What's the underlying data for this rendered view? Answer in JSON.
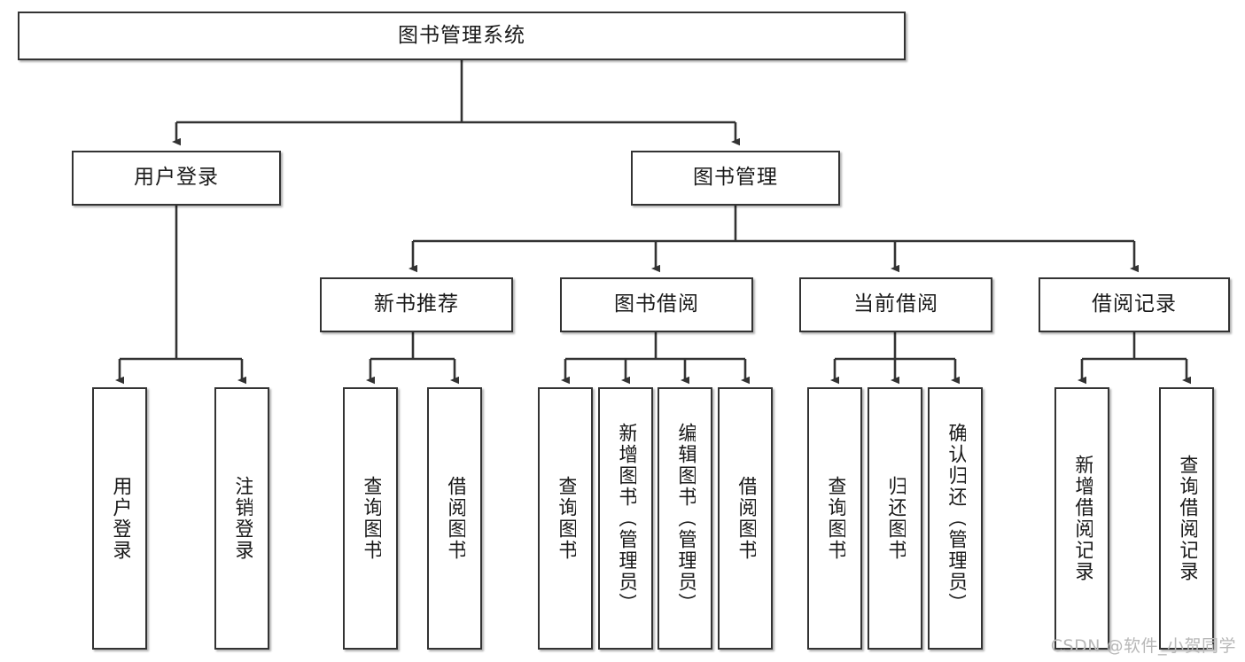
{
  "diagram": {
    "title": "图书管理系统",
    "type": "tree-hierarchy-flowchart",
    "stroke_color": "#333333",
    "fill_color": "#ffffff",
    "nodes": {
      "root": {
        "label": "图书管理系统"
      },
      "level2": [
        {
          "id": "user-login",
          "label": "用户登录"
        },
        {
          "id": "book-management",
          "label": "图书管理"
        }
      ],
      "level3": [
        {
          "id": "new-book-recommend",
          "label": "新书推荐"
        },
        {
          "id": "book-borrow",
          "label": "图书借阅"
        },
        {
          "id": "current-borrow",
          "label": "当前借阅"
        },
        {
          "id": "borrow-record",
          "label": "借阅记录"
        }
      ],
      "leaves": {
        "user_login": [
          {
            "id": "leaf-user-login",
            "label": "用户登录"
          },
          {
            "id": "leaf-logout-login",
            "label": "注销登录"
          }
        ],
        "new_book_recommend": [
          {
            "id": "leaf-query-book-1",
            "label": "查询图书"
          },
          {
            "id": "leaf-borrow-book-1",
            "label": "借阅图书"
          }
        ],
        "book_borrow": [
          {
            "id": "leaf-query-book-2",
            "label": "查询图书"
          },
          {
            "id": "leaf-add-book",
            "label": "新增图书（管理员）"
          },
          {
            "id": "leaf-edit-book",
            "label": "编辑图书（管理员）"
          },
          {
            "id": "leaf-borrow-book-2",
            "label": "借阅图书"
          }
        ],
        "current_borrow": [
          {
            "id": "leaf-query-book-3",
            "label": "查询图书"
          },
          {
            "id": "leaf-return-book",
            "label": "归还图书"
          },
          {
            "id": "leaf-confirm-return",
            "label": "确认归还（管理员）"
          }
        ],
        "borrow_record": [
          {
            "id": "leaf-add-borrow-record",
            "label": "新增借阅记录"
          },
          {
            "id": "leaf-query-borrow-record",
            "label": "查询借阅记录"
          }
        ]
      }
    }
  },
  "watermark": {
    "text": "CSDN @软件_小贺同学"
  }
}
